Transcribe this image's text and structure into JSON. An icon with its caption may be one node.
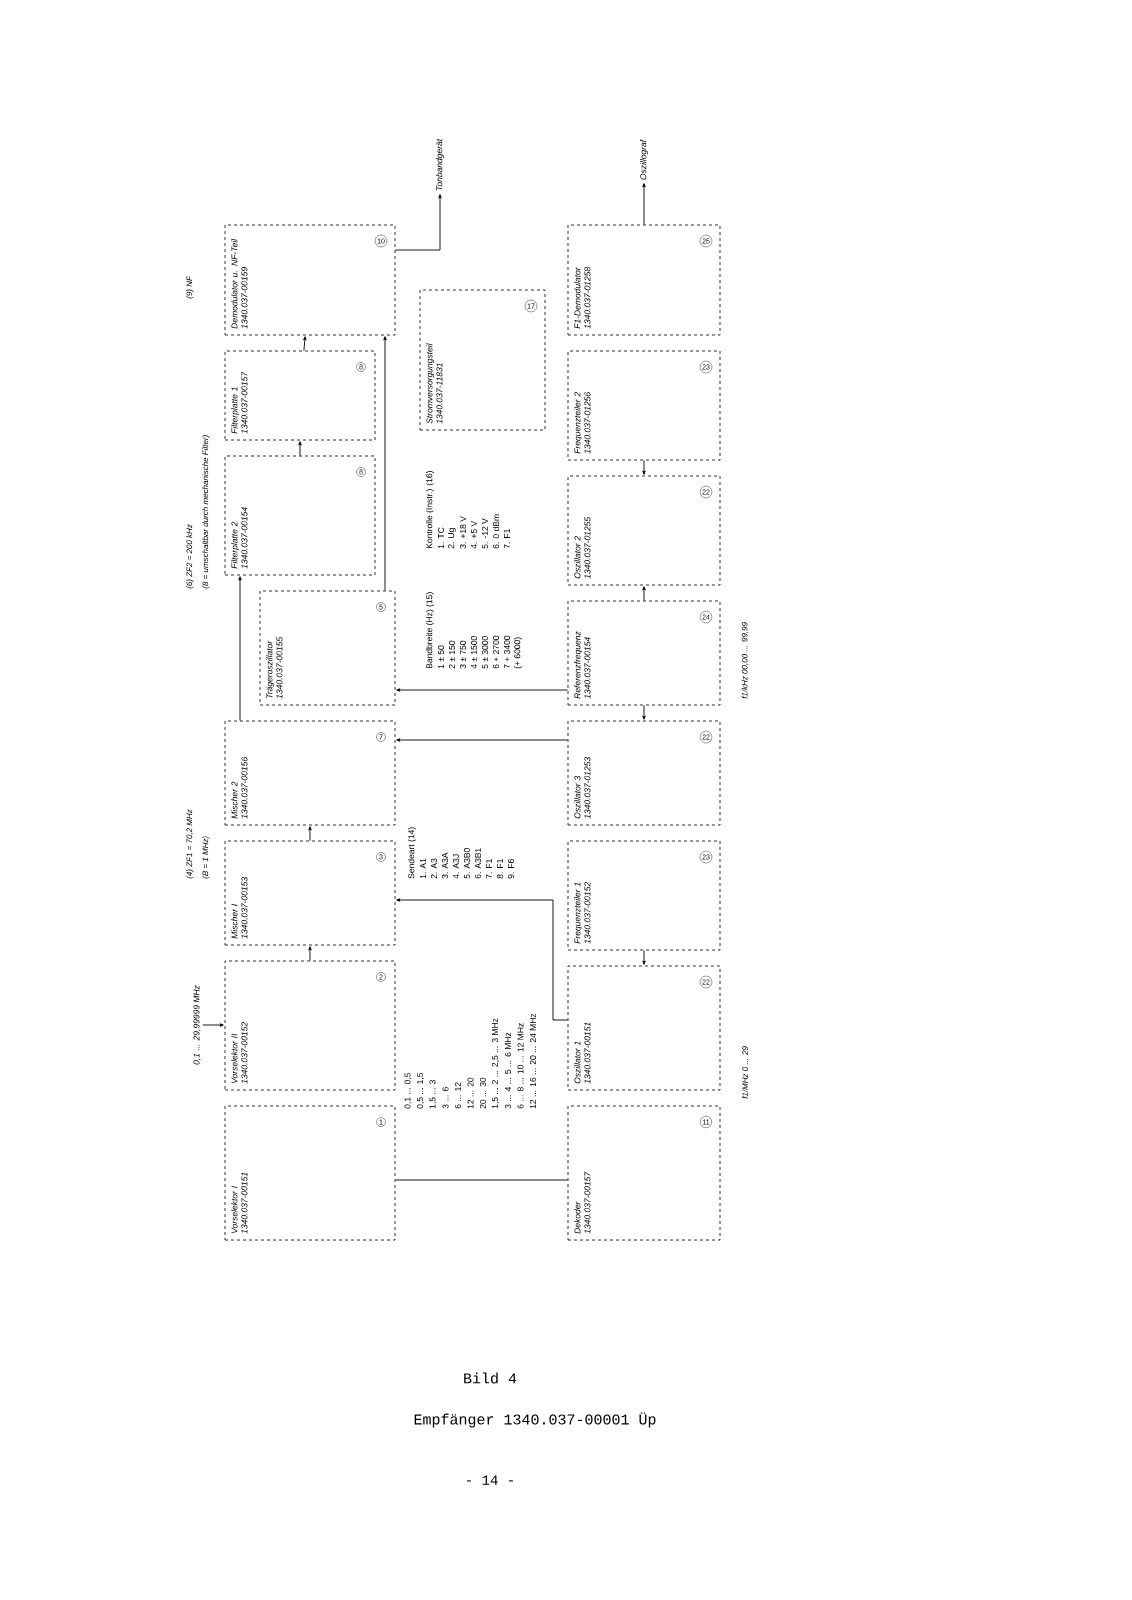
{
  "diagram": {
    "title": "Bild 4",
    "caption": "Empfänger 1340.037-00001 Üp",
    "nodes": [
      {
        "text": [
          "1",
          "Vorselektor I",
          "1340.037-00151"
        ]
      },
      {
        "text": [
          "2",
          "Vorselektor II",
          "1340.037-00152"
        ]
      },
      {
        "text": [
          "3",
          "Mischer I",
          "1340.037-00153"
        ]
      },
      {
        "text": [
          "7",
          "Mischer 2",
          "1340.037-00156"
        ]
      },
      {
        "text": [
          "5",
          "Trägeroszillator",
          "1340.037-00155"
        ]
      },
      {
        "text": [
          "8",
          "Filterplatte 2",
          "1340.037-00154"
        ]
      },
      {
        "text": [
          "8",
          "Filterplatte 1",
          "1340.037-00157"
        ]
      },
      {
        "text": [
          "10",
          "Demodulator u. NF-Teil",
          "1340.037-00159"
        ]
      },
      {
        "text": [
          "11",
          "Dekoder",
          "1340.037-00157"
        ]
      },
      {
        "text": [
          "22",
          "Oszillator 1",
          "1340.037-00151"
        ]
      },
      {
        "text": [
          "23",
          "Frequenzteiler 1",
          "1340.037-00152"
        ]
      },
      {
        "text": [
          "22",
          "Oszillator 3",
          "1340.037-01253"
        ]
      },
      {
        "text": [
          "24",
          "Referenzfrequenz",
          "1340.037-00154"
        ]
      },
      {
        "text": [
          "22",
          "Oszillator 2",
          "1340.037-01255"
        ]
      },
      {
        "text": [
          "23",
          "Frequenzteiler 2",
          "1340.037-01256"
        ]
      },
      {
        "text": [
          "25",
          "F1-Demodulator",
          "1340.037-01258"
        ]
      },
      {
        "text": [
          "17",
          "Stromversorgungsteil",
          "1340.037-11831"
        ]
      },
      {
        "text": [
          "0,1 ... 29,99999 MHz"
        ]
      },
      {
        "text": [
          "Tonbandgerät"
        ]
      },
      {
        "text": [
          "Oszillograf"
        ]
      }
    ],
    "edges": [
      {
        "from": 17,
        "to": 1,
        "arrow": "to"
      },
      {
        "from": 1,
        "to": 2,
        "arrow": "to"
      },
      {
        "from": 2,
        "to": 3,
        "arrow": "to"
      },
      {
        "from": 3,
        "to": 5,
        "arrow": "to"
      },
      {
        "from": 5,
        "to": 6,
        "arrow": "to"
      },
      {
        "from": 6,
        "to": 7,
        "arrow": "to"
      },
      {
        "from": 4,
        "to": 7,
        "arrow": "to"
      },
      {
        "from": 7,
        "to": 18,
        "arrow": "to"
      },
      {
        "from": 9,
        "to": 2,
        "arrow": "to"
      },
      {
        "from": 11,
        "to": 3,
        "arrow": "to"
      },
      {
        "from": 12,
        "to": 4,
        "arrow": "to"
      },
      {
        "from": 12,
        "to": 11,
        "arrow": "to"
      },
      {
        "from": 12,
        "to": 13,
        "arrow": "to"
      },
      {
        "from": 10,
        "to": 9,
        "arrow": "to"
      },
      {
        "from": 14,
        "to": 13,
        "arrow": "to"
      },
      {
        "from": 8,
        "to": 0,
        "arrow": "none"
      },
      {
        "from": 15,
        "to": 19,
        "arrow": "to"
      }
    ],
    "labels": [
      "(4) ZF1 = 70,2 MHz",
      "(B = 1 MHz)",
      "(6) ZF2 = 200 kHz",
      "(8 = umschaltbar durch mechanische Filter)",
      "(9) NF",
      "Sendeart (14)",
      "1. A1",
      "2. A3",
      "3. A3A",
      "4. A3J",
      "5. A3B0",
      "6. A3B1",
      "7. F1",
      "8. F1",
      "9. F6",
      "Bandbreite (Hz) (15)",
      "1 ± 50",
      "2 ± 150",
      "3 ± 750",
      "4 ± 1500",
      "5 ± 3000",
      "6 + 2700",
      "7 + 3400",
      "(+ 6000)",
      "Kontrolle (Instr.) (16)",
      "1. TC",
      "2. Ug",
      "3. +18 V",
      "4. +5 V",
      "5. -12 V",
      "6. 0 dBm",
      "7. F1",
      "0,1 ... 0,5",
      "0,5 ... 1,5",
      "1,5 ... 3",
      "3 ... 6",
      "6 ... 12",
      "12 ... 20",
      "20 ... 30",
      "1,5 ... 2 ... 2,5 ... 3 MHz",
      "3 ... 4 ... 5 ... 6 MHz",
      "6 ... 8 ... 10 ... 12 MHz",
      "12 ... 16 ... 20 ... 24 MHz",
      "f1/MHz 0 ... 29",
      "f1/kHz 00,00 ... 99,99",
      "- 14 -"
    ]
  }
}
